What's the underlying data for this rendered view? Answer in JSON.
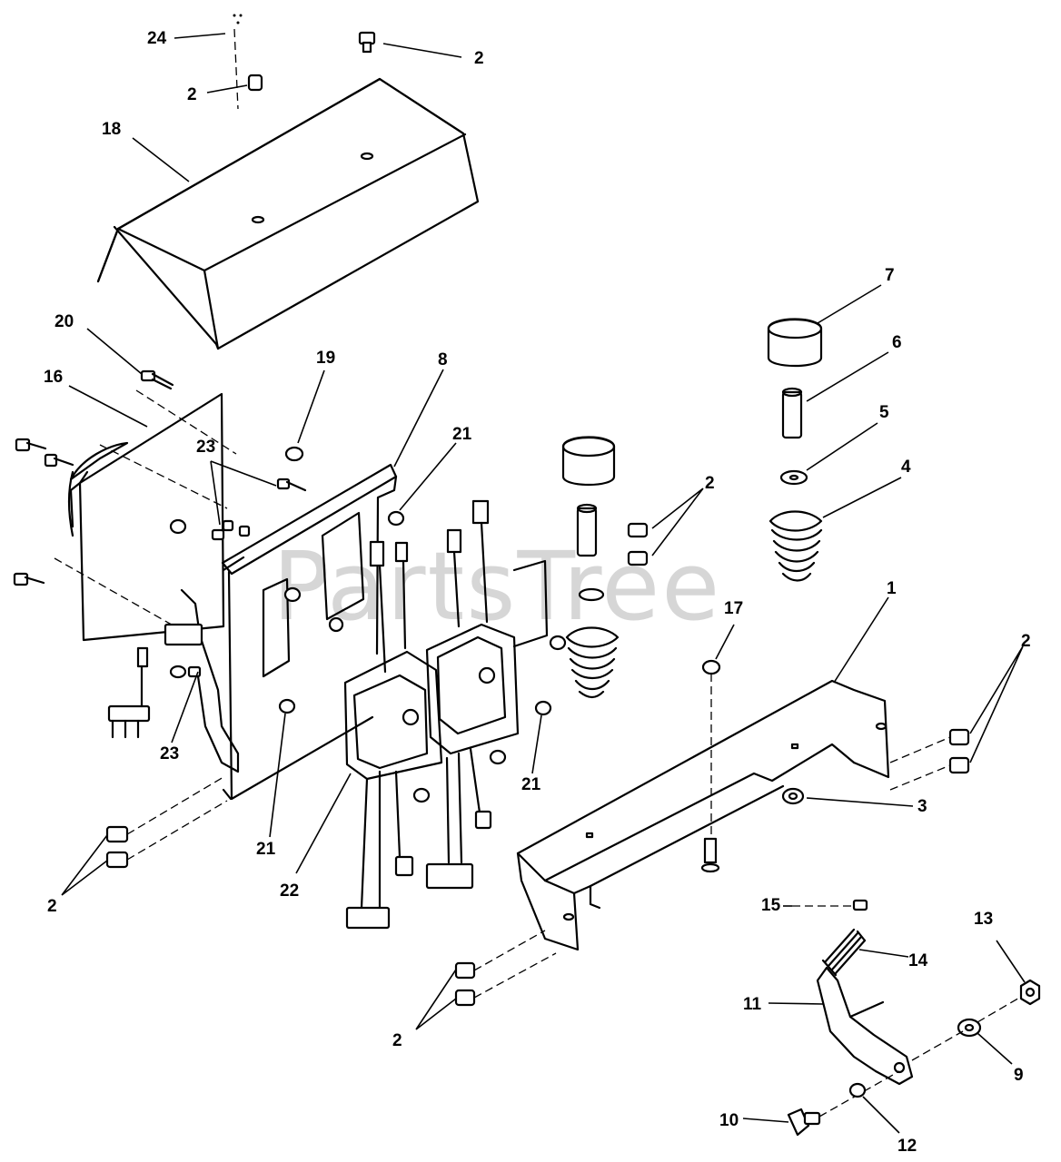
{
  "watermark": "PartsTree",
  "callouts": [
    "24",
    "2",
    "2",
    "18",
    "20",
    "16",
    "19",
    "8",
    "23",
    "21",
    "7",
    "6",
    "5",
    "4",
    "2",
    "1",
    "17",
    "2",
    "23",
    "3",
    "21",
    "21",
    "22",
    "2",
    "15",
    "14",
    "13",
    "11",
    "9",
    "10",
    "12",
    "2"
  ],
  "colors": {
    "ink": "#000000",
    "paper": "#ffffff",
    "watermark": "#cfcfcf"
  }
}
